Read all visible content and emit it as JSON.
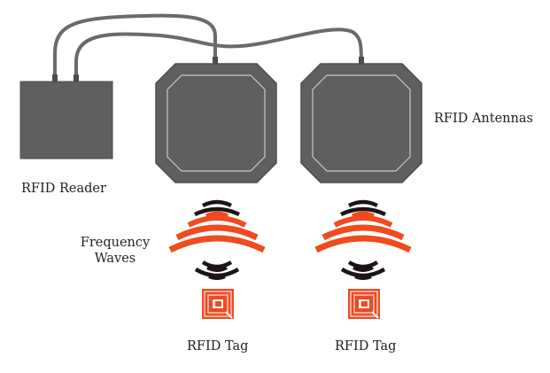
{
  "labels": {
    "reader": "RFID Reader",
    "antennas": "RFID Antennas",
    "frequency_waves": "Frequency\nWaves",
    "tag_left": "RFID Tag",
    "tag_right": "RFID Tag"
  },
  "colors": {
    "device_fill": "#5f5f5f",
    "device_outline": "#4d4d4d",
    "antenna_inner_line": "#c9c9c9",
    "cable": "#6a6a6a",
    "wave_black": "#1c1414",
    "wave_red": "#f04a1f",
    "tag_red": "#ef4a23",
    "tag_light": "#f5c9b8"
  },
  "icons": [
    "rfid-reader-icon",
    "rfid-antenna-icon",
    "frequency-wave-icon",
    "rfid-tag-icon",
    "cable-icon"
  ]
}
